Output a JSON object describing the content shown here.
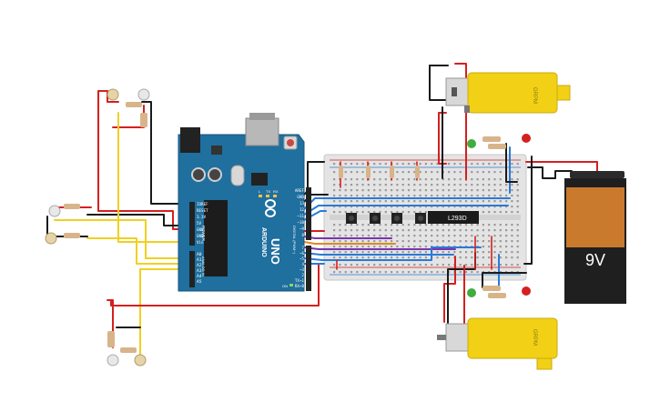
{
  "board": {
    "brand": "ARDUINO",
    "model": "UNO",
    "power_section_label": "POWER",
    "analog_section_label": "ANALOG IN",
    "digital_section_label": "DIGITAL (PWM~)",
    "power_pins": [
      "IOREF",
      "RESET",
      "3.3V",
      "5V",
      "GND",
      "GND",
      "Vin"
    ],
    "analog_pins": [
      "A0",
      "A1",
      "A2",
      "A3",
      "A4",
      "A5"
    ],
    "digital_pins_top": [
      "AREF",
      "GND",
      "13",
      "12",
      "~11",
      "~10",
      "~9",
      "8"
    ],
    "digital_pins_bottom": [
      "7",
      "~6",
      "~5",
      "4",
      "~3",
      "2",
      "TX→1",
      "RX←0"
    ],
    "led_labels": [
      "L",
      "TX",
      "RX"
    ],
    "on_label": "ON"
  },
  "driver_chip": {
    "label": "L293D"
  },
  "battery": {
    "label": "9V"
  },
  "motors": [
    {
      "id": "top",
      "label": "GRPM"
    },
    {
      "id": "bottom",
      "label": "GRPM"
    }
  ],
  "colors": {
    "wire_red": "#d42020",
    "wire_black": "#1a1a1a",
    "wire_yellow": "#f0d020",
    "wire_blue": "#2a7ad8",
    "wire_orange": "#e08a1c",
    "wire_purple": "#7a35b0",
    "board_blue": "#1f6f9f",
    "breadboard": "#e6e6e6",
    "motor_yellow": "#f2d016",
    "battery_orange": "#c97a2c"
  }
}
